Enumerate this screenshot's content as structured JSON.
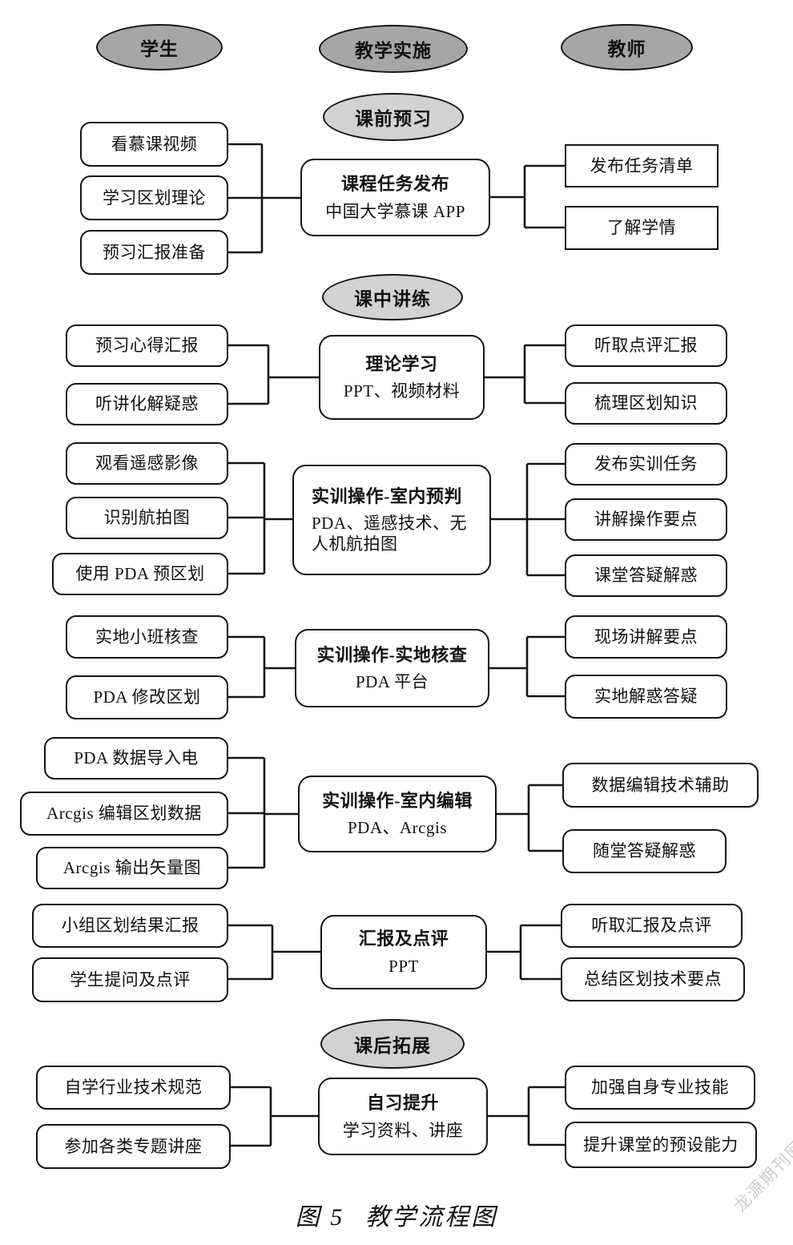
{
  "figure": {
    "caption_label": "图 5",
    "caption_title": "教学流程图",
    "watermark": "龙源期刊网"
  },
  "lanes": {
    "students": "学生",
    "implementation": "教学实施",
    "teacher": "教师"
  },
  "phases": {
    "pre_class": "课前预习",
    "in_class": "课中讲练",
    "after_class": "课后拓展"
  },
  "sections": [
    {
      "center_title": "课程任务发布",
      "center_sub": "中国大学慕课 APP",
      "left": [
        "看慕课视频",
        "学习区划理论",
        "预习汇报准备"
      ],
      "right": [
        "发布任务清单",
        "了解学情"
      ]
    },
    {
      "center_title": "理论学习",
      "center_sub": "PPT、视频材料",
      "left": [
        "预习心得汇报",
        "听讲化解疑惑"
      ],
      "right": [
        "听取点评汇报",
        "梳理区划知识"
      ]
    },
    {
      "center_title": "实训操作-室内预判",
      "center_sub": "PDA、遥感技术、无人机航拍图",
      "left": [
        "观看遥感影像",
        "识别航拍图",
        "使用 PDA 预区划"
      ],
      "right": [
        "发布实训任务",
        "讲解操作要点",
        "课堂答疑解惑"
      ]
    },
    {
      "center_title": "实训操作-实地核查",
      "center_sub": "PDA 平台",
      "left": [
        "实地小班核查",
        "PDA 修改区划"
      ],
      "right": [
        "现场讲解要点",
        "实地解惑答疑"
      ]
    },
    {
      "center_title": "实训操作-室内编辑",
      "center_sub": "PDA、Arcgis",
      "left": [
        "PDA 数据导入电",
        "Arcgis 编辑区划数据",
        "Arcgis 输出矢量图"
      ],
      "right": [
        "数据编辑技术辅助",
        "随堂答疑解惑"
      ]
    },
    {
      "center_title": "汇报及点评",
      "center_sub": "PPT",
      "left": [
        "小组区划结果汇报",
        "学生提问及点评"
      ],
      "right": [
        "听取汇报及点评",
        "总结区划技术要点"
      ]
    },
    {
      "center_title": "自习提升",
      "center_sub": "学习资料、讲座",
      "left": [
        "自学行业技术规范",
        "参加各类专题讲座"
      ],
      "right": [
        "加强自身专业技能",
        "提升课堂的预设能力"
      ]
    }
  ],
  "colors": {
    "lane_fill": "#a6a6a6",
    "phase_fill": "#d2d2d2",
    "line": "#151515"
  }
}
